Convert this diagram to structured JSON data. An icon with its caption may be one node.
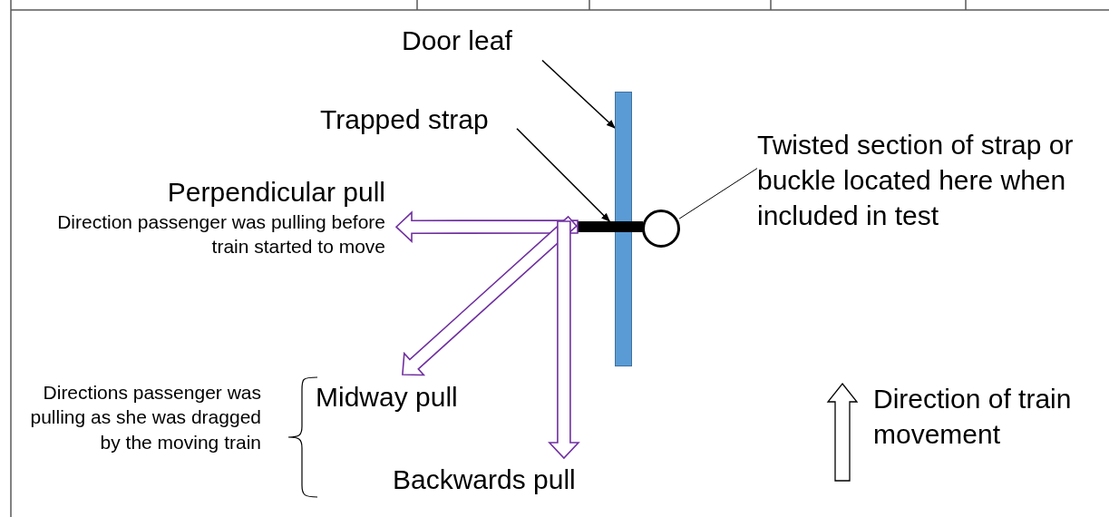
{
  "diagram": {
    "nodes": [
      {
        "text": [
          "Door leaf"
        ]
      },
      {
        "text": [],
        "shape": "bar"
      },
      {
        "text": [
          "Trapped strap"
        ]
      },
      {
        "text": [],
        "shape": "bar"
      },
      {
        "text": [
          "Twisted section of strap or buckle located here when included in test"
        ]
      },
      {
        "text": [],
        "shape": "circle"
      },
      {
        "text": [
          "Perpendicular pull",
          "Direction passenger was pulling before train started to move"
        ]
      },
      {
        "text": [
          "Midway pull"
        ]
      },
      {
        "text": [
          "Backwards pull"
        ]
      }
    ],
    "edges": [
      {
        "from": 0,
        "to": 1,
        "arrow": "to"
      },
      {
        "from": 2,
        "to": 3,
        "arrow": "to"
      },
      {
        "from": 4,
        "to": 5,
        "arrow": "none"
      },
      {
        "from": 3,
        "to": 6,
        "arrow": "to",
        "style": "thick",
        "color": "#7030a0"
      },
      {
        "from": 3,
        "to": 7,
        "arrow": "to",
        "style": "thick",
        "color": "#7030a0"
      },
      {
        "from": 3,
        "to": 8,
        "arrow": "to",
        "style": "thick",
        "color": "#7030a0"
      }
    ],
    "labels": [
      "Directions passenger was pulling as she was dragged by the moving train",
      "Direction of train movement"
    ]
  }
}
